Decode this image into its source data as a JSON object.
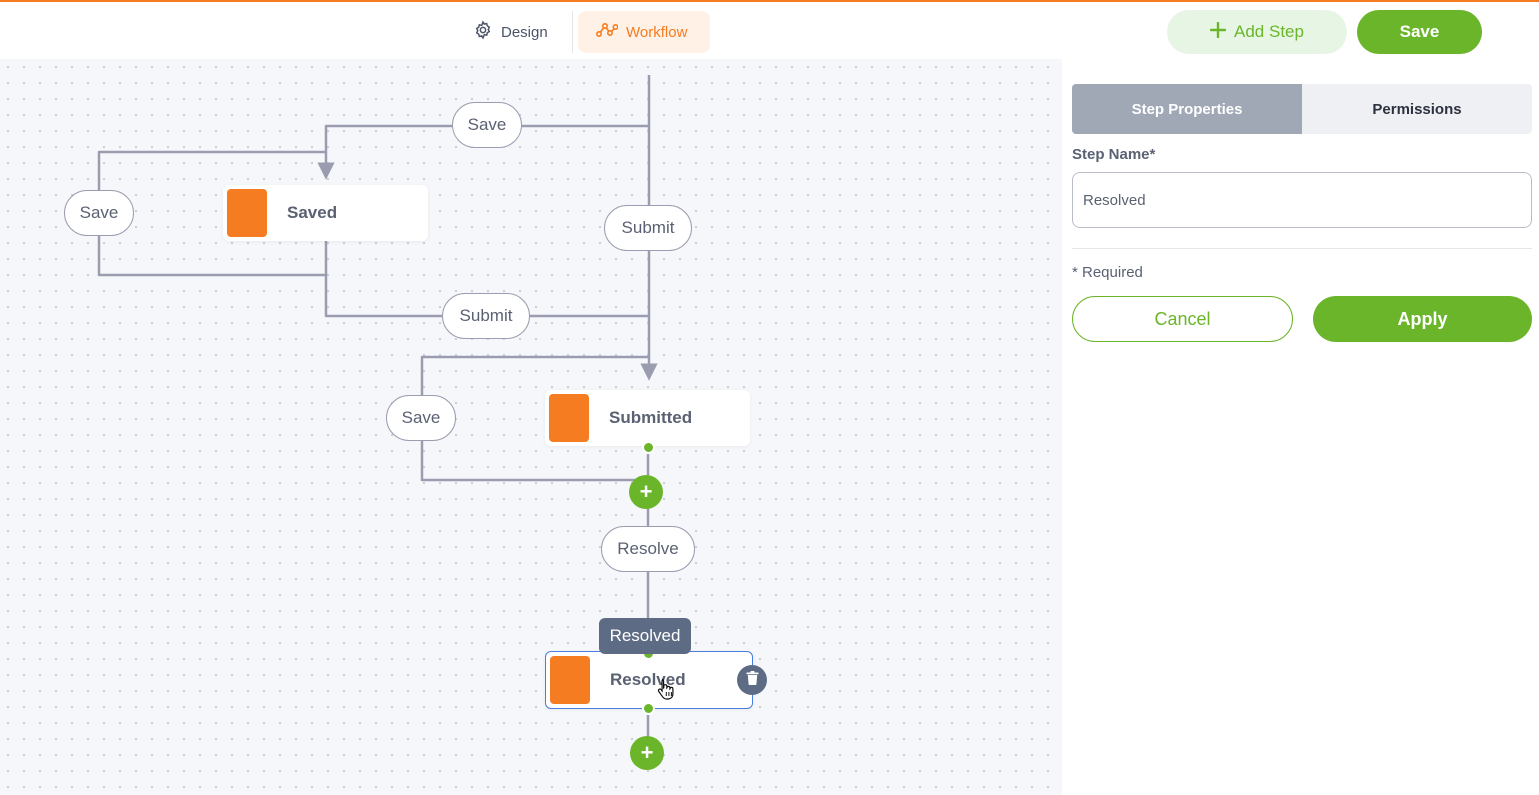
{
  "header": {
    "tabs": [
      {
        "label": "Design",
        "icon": "gear-icon",
        "active": false
      },
      {
        "label": "Workflow",
        "icon": "workflow-icon",
        "active": true
      }
    ],
    "add_step_label": "Add Step",
    "save_label": "Save"
  },
  "canvas": {
    "nodes": [
      {
        "label": "Saved"
      },
      {
        "label": "Submitted"
      },
      {
        "label": "Resolved",
        "selected": true
      }
    ],
    "transitions": [
      "Save",
      "Save",
      "Submit",
      "Submit",
      "Save",
      "Resolve"
    ],
    "tooltip": "Resolved"
  },
  "panel": {
    "tabs": [
      "Step Properties",
      "Permissions"
    ],
    "step_name_label": "Step Name*",
    "step_name_value": "Resolved",
    "required_note": "* Required",
    "cancel_label": "Cancel",
    "apply_label": "Apply"
  },
  "colors": {
    "accent_orange": "#f57c20",
    "accent_green": "#6bb52a",
    "tooltip_bg": "#5e6b84"
  }
}
